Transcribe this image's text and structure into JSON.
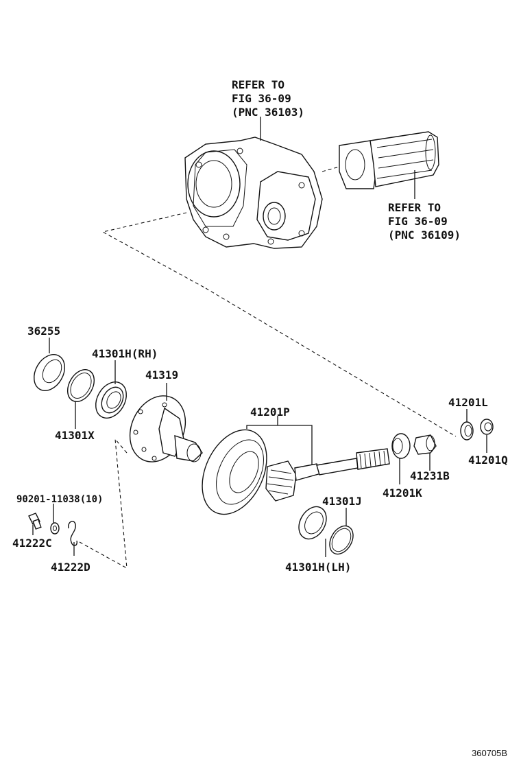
{
  "diagram": {
    "refer_case": {
      "line1": "REFER TO",
      "line2": "FIG 36-09",
      "line3": "(PNC 36103)"
    },
    "refer_tube": {
      "line1": "REFER TO",
      "line2": "FIG 36-09",
      "line3": "(PNC 36109)"
    },
    "parts": {
      "p36255": "36255",
      "p41301H_RH": "41301H(RH)",
      "p41319": "41319",
      "p41301X": "41301X",
      "p41201P": "41201P",
      "p41201L": "41201L",
      "p41201Q": "41201Q",
      "p41231B": "41231B",
      "p41201K": "41201K",
      "p90201": "90201-11038(10)",
      "p41222C": "41222C",
      "p41222D": "41222D",
      "p41301J": "41301J",
      "p41301H_LH": "41301H(LH)"
    },
    "figure_number": "360705B"
  }
}
